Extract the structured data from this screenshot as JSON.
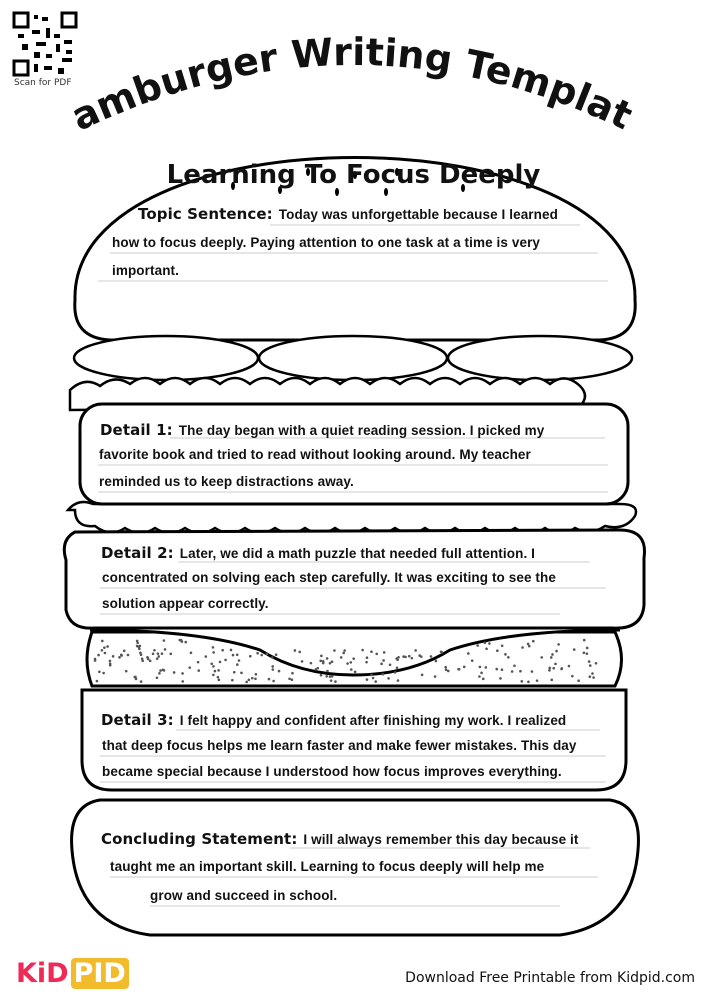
{
  "header": {
    "title": "Hamburger Writing Template",
    "qr_caption": "Scan for PDF"
  },
  "worksheet": {
    "heading": "Learning To Focus Deeply",
    "topic": {
      "label": "Topic Sentence:",
      "lines": [
        "Today was unforgettable because I learned",
        "how to focus deeply. Paying attention to one task at a time is very",
        "important."
      ]
    },
    "detail1": {
      "label": "Detail 1:",
      "lines": [
        "The day began with a quiet reading session. I picked my",
        "favorite book and tried to read without looking around. My teacher",
        "reminded us to keep distractions away."
      ]
    },
    "detail2": {
      "label": "Detail 2:",
      "lines": [
        "Later, we did a math puzzle that needed full attention. I",
        "concentrated on solving each step carefully. It was exciting to see the",
        "solution appear correctly."
      ]
    },
    "detail3": {
      "label": "Detail 3:",
      "lines": [
        "I felt happy and confident after finishing my work. I realized",
        "that deep focus helps me learn faster and make fewer mistakes. This day",
        "became special because I understood how focus improves everything."
      ]
    },
    "conclusion": {
      "label": "Concluding Statement:",
      "lines": [
        "I will always remember this day because it",
        "taught me an important skill. Learning to focus deeply will help me",
        "grow and succeed in school."
      ]
    }
  },
  "footer": {
    "logo_kid": "KiD",
    "logo_pid": "PID",
    "text": "Download Free Printable from Kidpid.com"
  },
  "colors": {
    "logo_red": "#ee2b57",
    "logo_yellow": "#f2bb2b"
  }
}
